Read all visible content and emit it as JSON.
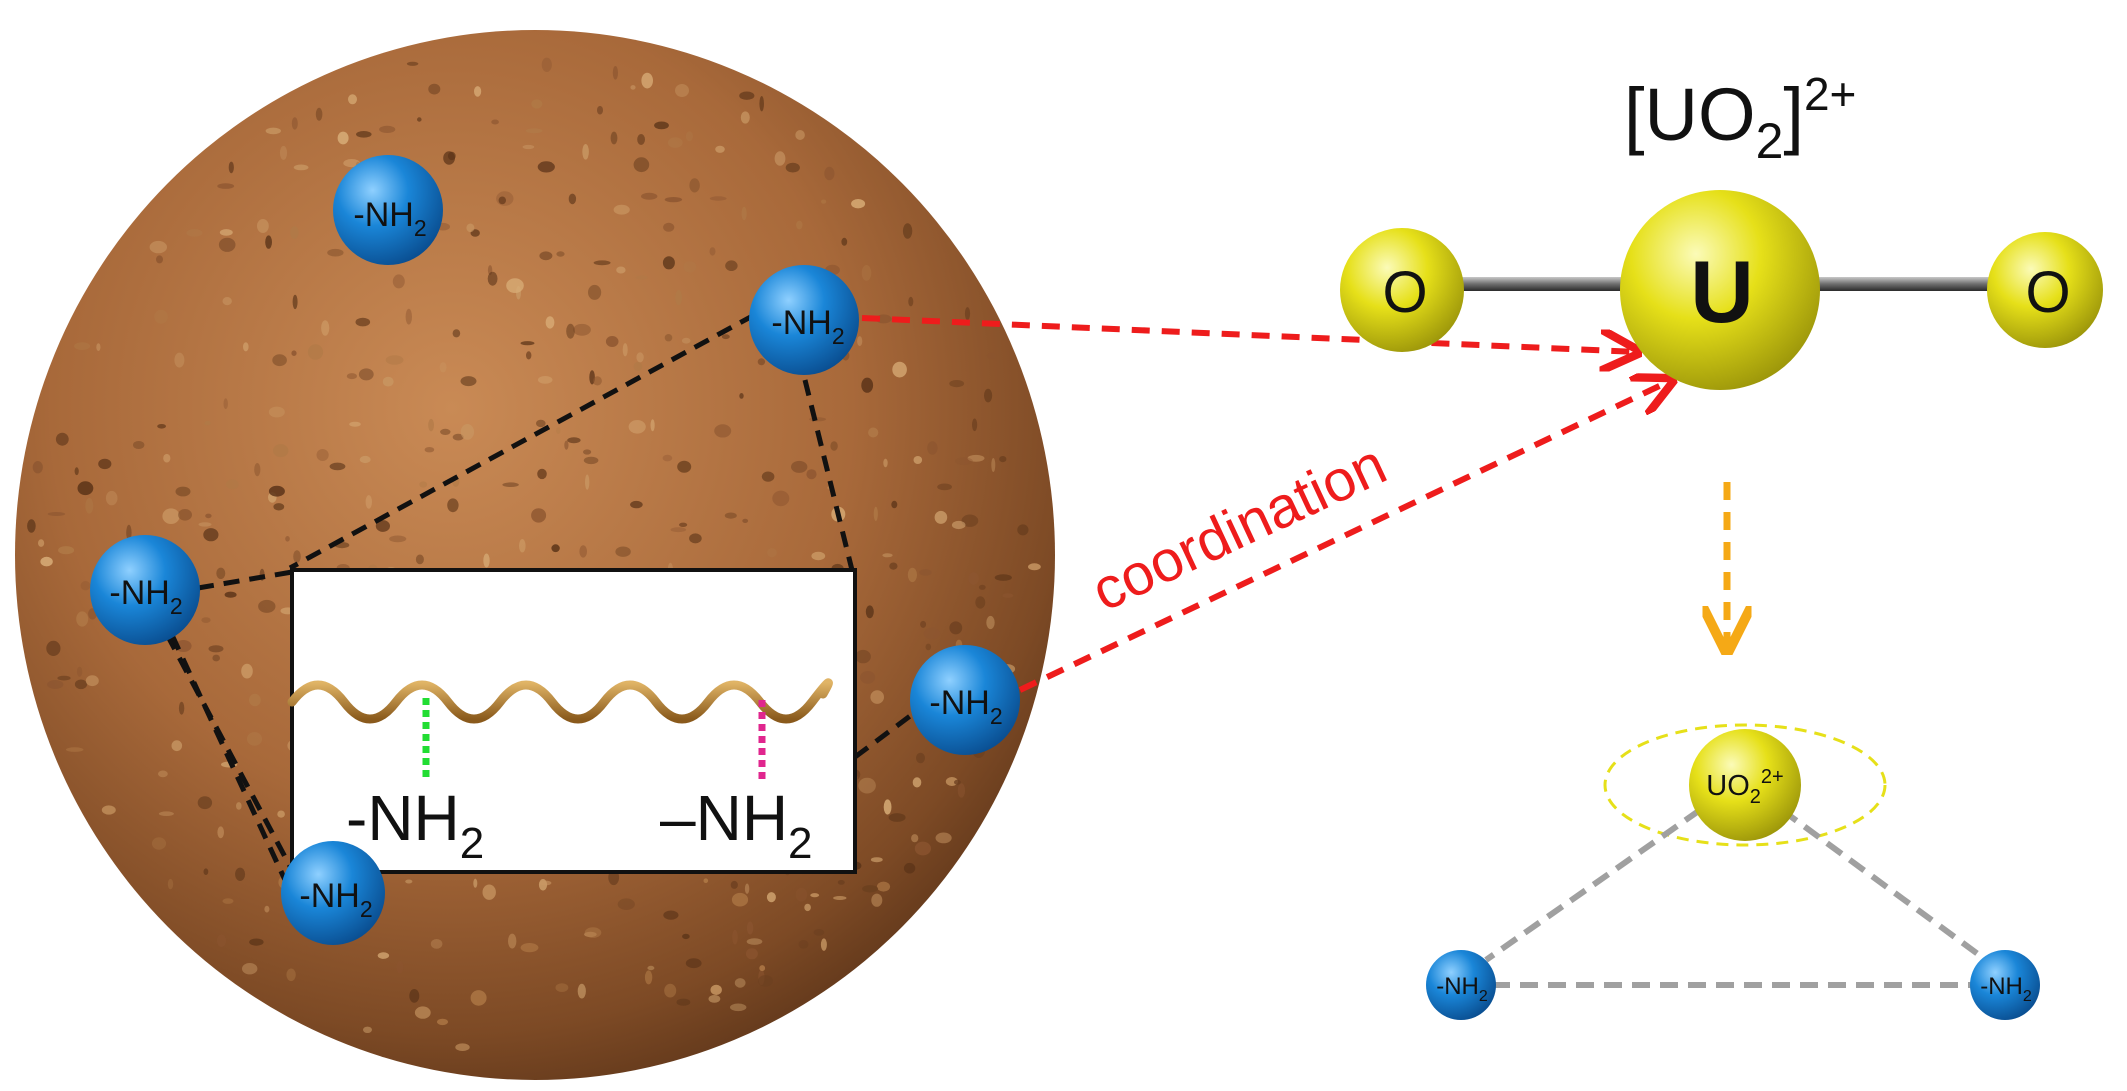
{
  "title": {
    "main": "[UO",
    "sub": "2",
    "bracket": "]",
    "sup": "2+"
  },
  "molecule": {
    "left_atom": "O",
    "center_atom": "U",
    "right_atom": "O"
  },
  "arrow_label": "coordination",
  "amine": {
    "prefix": "-NH",
    "sub": "2"
  },
  "inset": {
    "left_prefix": "-NH",
    "left_sub": "2",
    "right_prefix": "–NH",
    "right_sub": "2"
  },
  "complex": {
    "center_prefix": "UO",
    "center_sub": "2",
    "center_sup": "2+"
  },
  "colors": {
    "amine_blue": "#1a86d8",
    "uranyl_yellow": "#e6e019",
    "coordination_red": "#ee1c1c",
    "process_orange": "#f5a916",
    "soil_brown": "#a8693a"
  }
}
